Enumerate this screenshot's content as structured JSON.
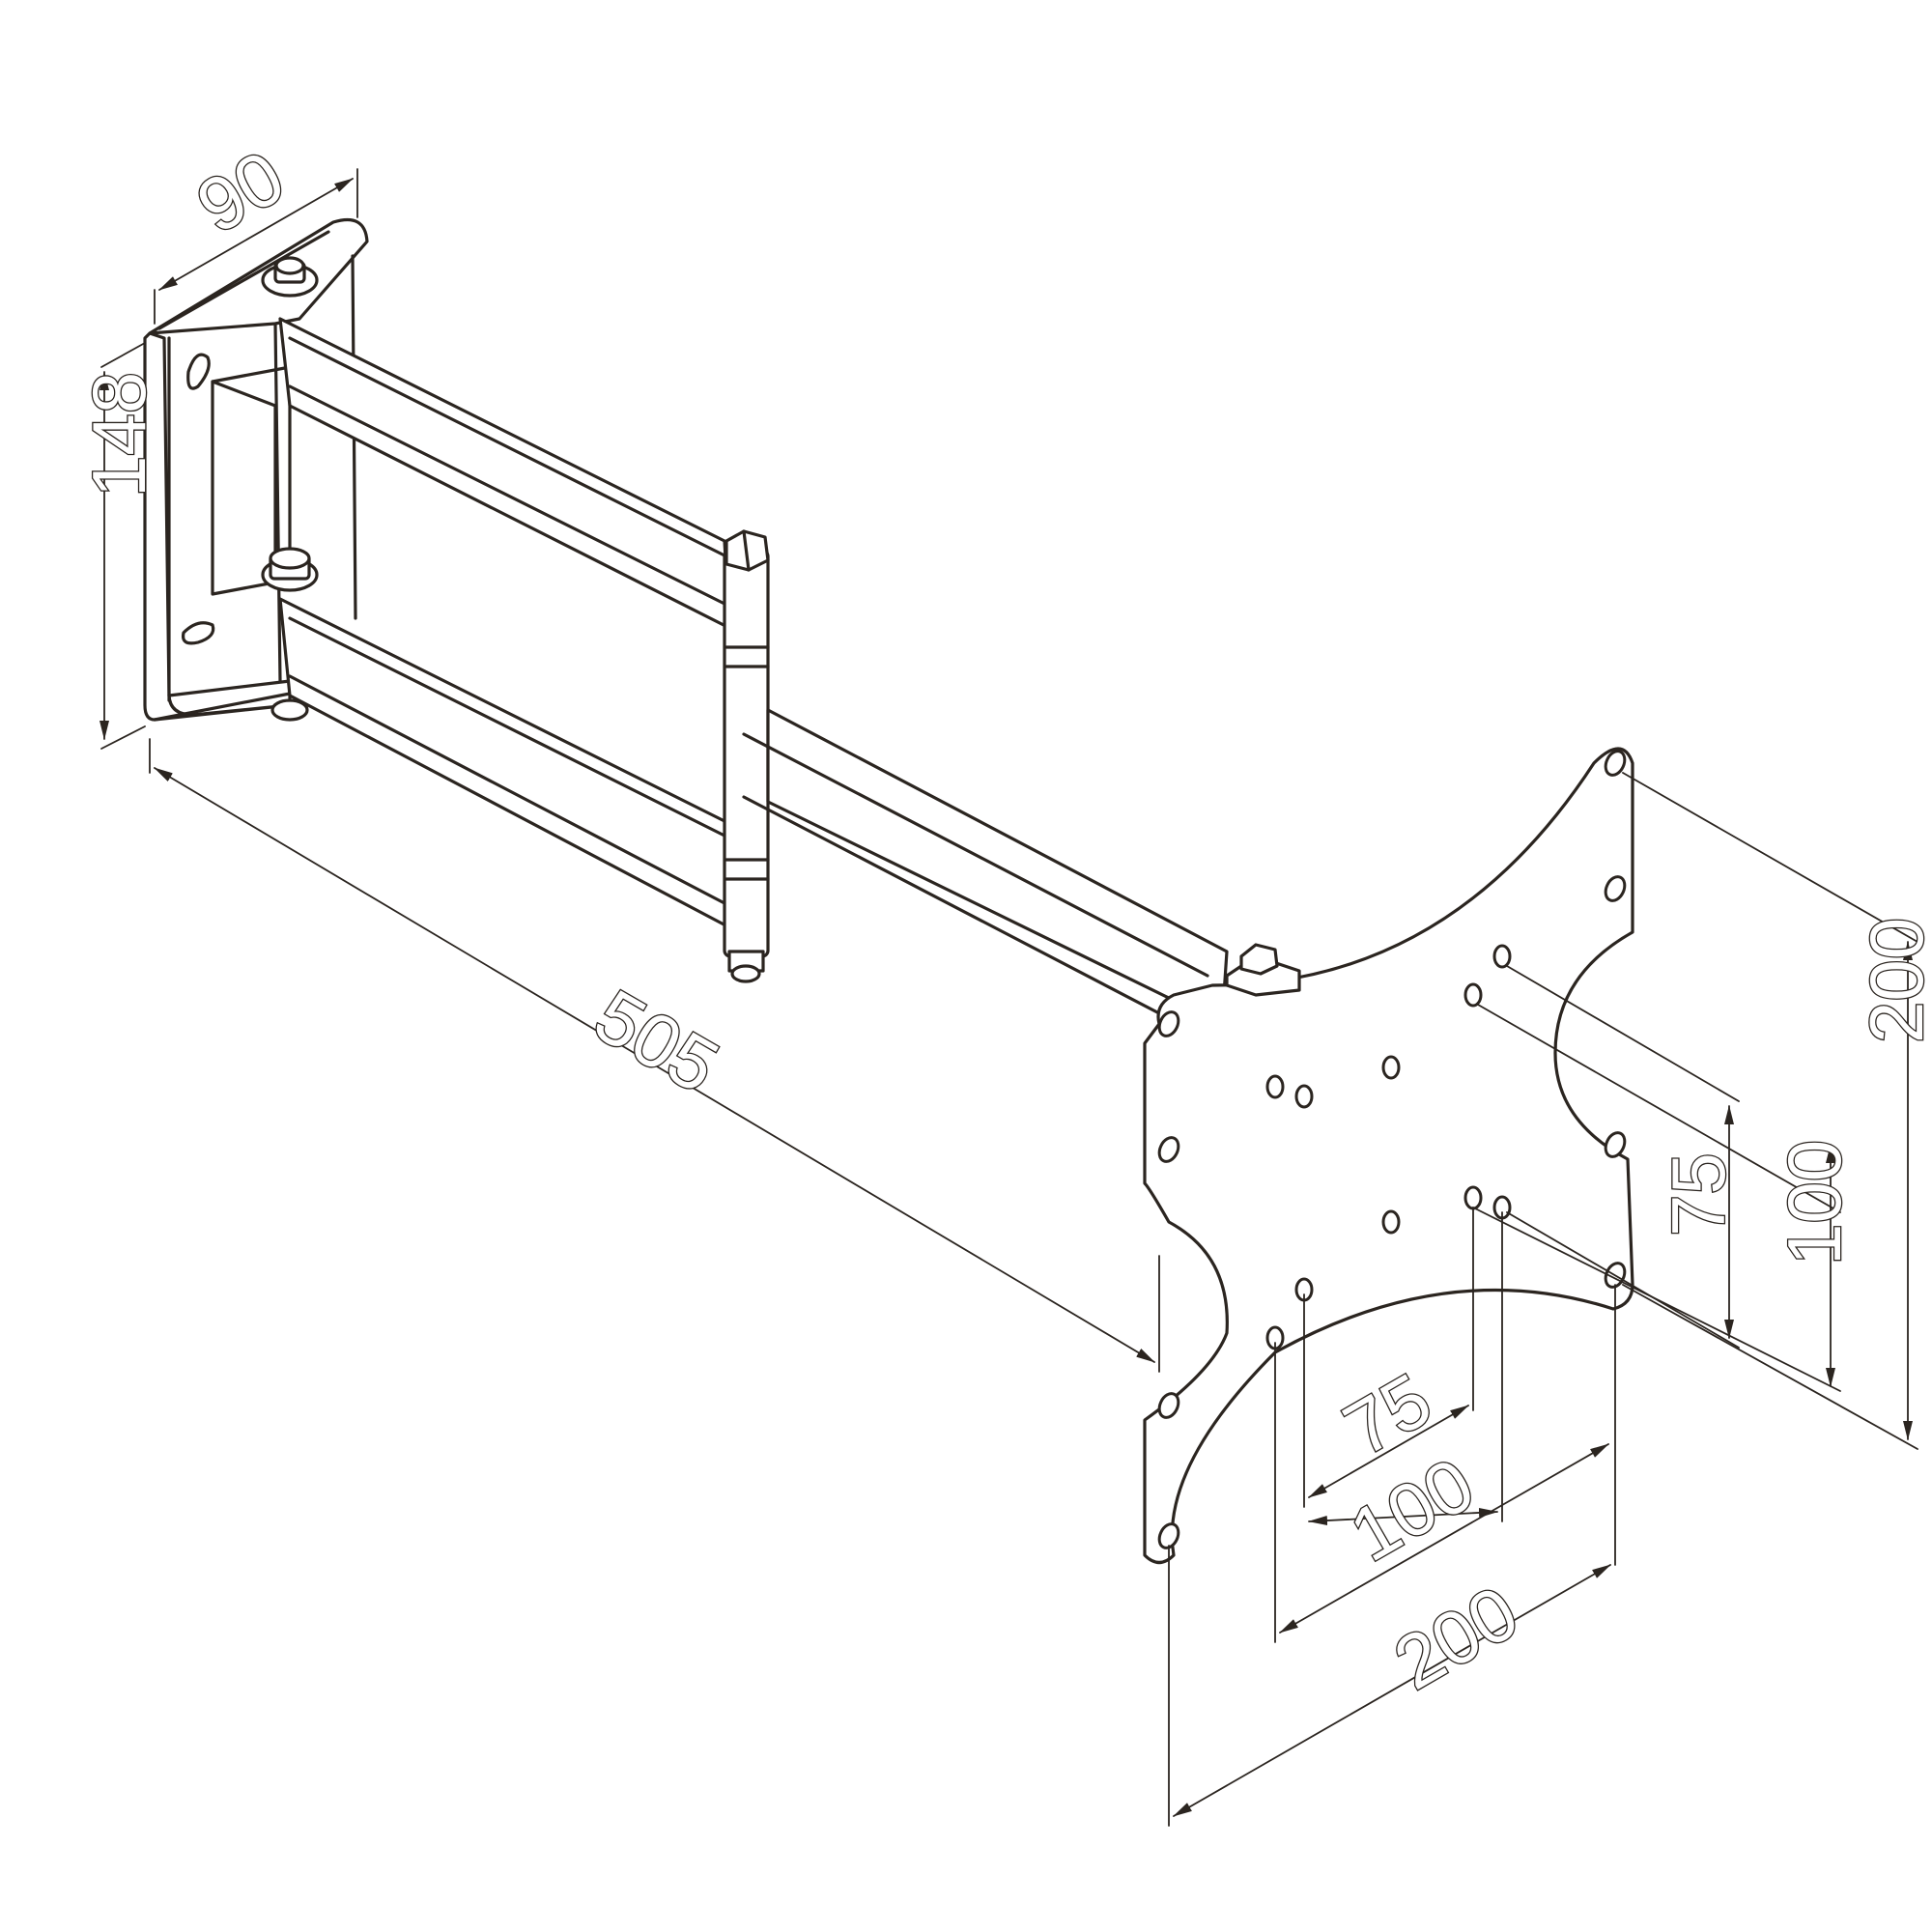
{
  "colors": {
    "ink": "#2b2520",
    "background": "#ffffff"
  },
  "dimensions": {
    "bracket_depth": "90",
    "bracket_height": "148",
    "arm_reach": "505",
    "vesa_h_75": "75",
    "vesa_h_100": "100",
    "vesa_h_200": "200",
    "vesa_v_75": "75",
    "vesa_v_100": "100",
    "vesa_v_200": "200"
  }
}
